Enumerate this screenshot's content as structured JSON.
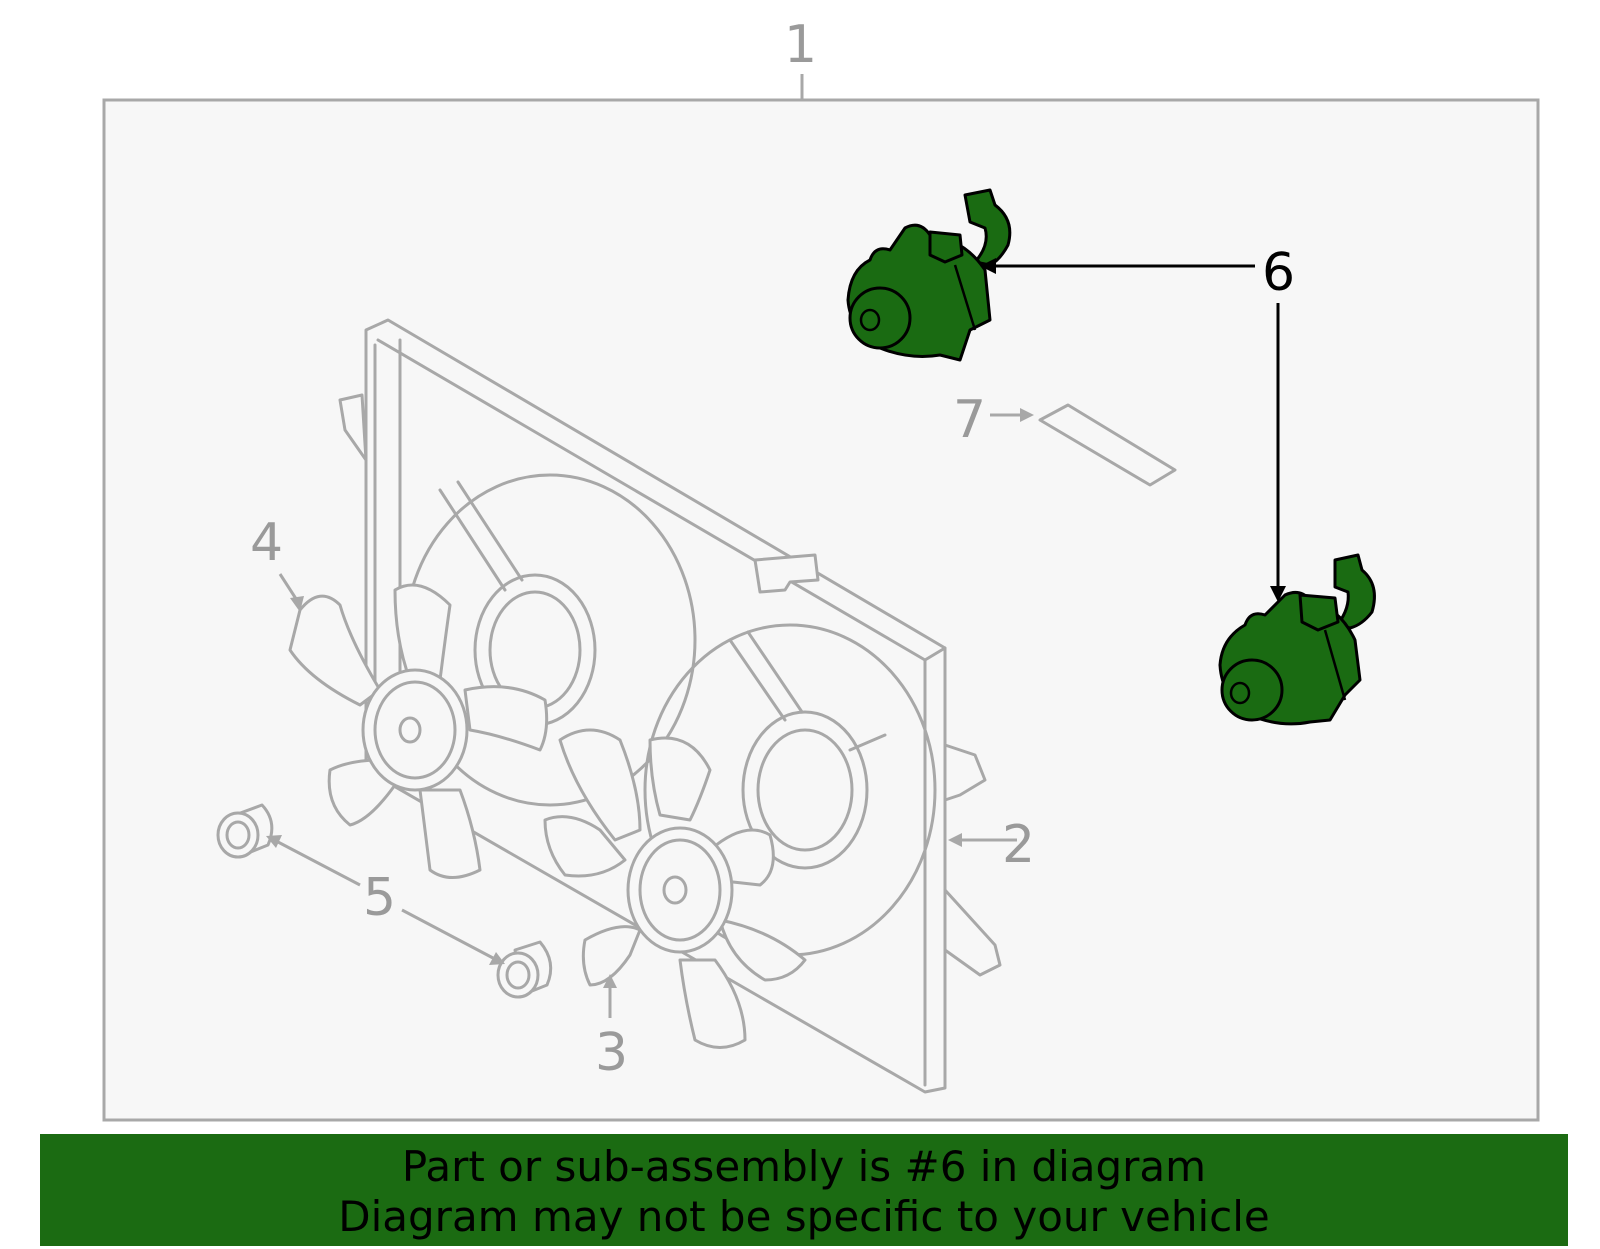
{
  "callouts": {
    "c1": "1",
    "c2": "2",
    "c3": "3",
    "c4": "4",
    "c5": "5",
    "c6": "6",
    "c7": "7"
  },
  "banner": {
    "line1": "Part or sub-assembly is #6 in diagram",
    "line2": "Diagram may not be specific to your vehicle"
  },
  "colors": {
    "highlight": "#1a6b12",
    "banner": "#1b6b12",
    "outline": "#a8a8a8",
    "panel": "#f7f7f7"
  }
}
